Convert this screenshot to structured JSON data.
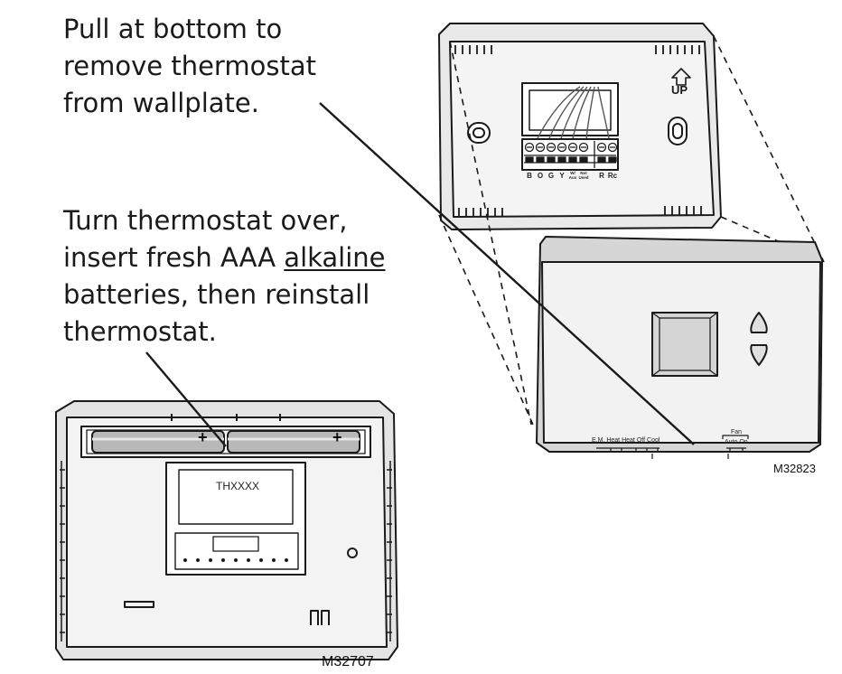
{
  "instructions": {
    "remove": {
      "line1": "Pull at bottom to",
      "line2": "remove thermostat",
      "line3": "from wallplate."
    },
    "batteries": {
      "line1": "Turn thermostat over,",
      "line2_pre": "insert fresh AAA ",
      "line2_underlined": "alkaline",
      "line3": "batteries, then reinstall",
      "line4": "thermostat."
    }
  },
  "wallplate": {
    "up_label": "UP",
    "terminal_labels": [
      "B",
      "O",
      "G",
      "Y",
      "W/\nAux",
      "Not\nUsed",
      "R",
      "Rc"
    ]
  },
  "thermostat_front": {
    "system_switch": [
      "E.M.",
      "Heat",
      "Heat",
      "Off",
      "Cool"
    ],
    "fan_label": "Fan",
    "fan_switch": [
      "Auto",
      "On"
    ]
  },
  "battery_view": {
    "model_label": "THXXXX",
    "battery_polarity": "+"
  },
  "figure_ids": {
    "top": "M32823",
    "bottom": "M32707"
  },
  "colors": {
    "line": "#1a1a1a",
    "body_fill": "#efefef",
    "screen_fill": "#d9d9d9",
    "battery_fill": "#bdbdbd"
  }
}
